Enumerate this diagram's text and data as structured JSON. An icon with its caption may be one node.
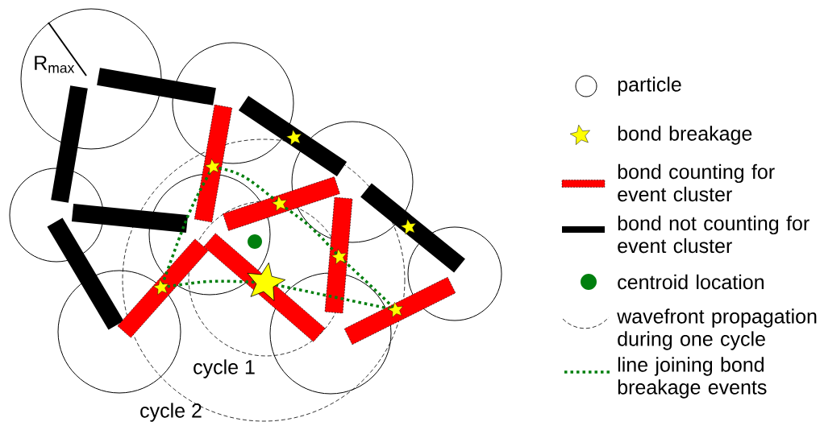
{
  "diagram": {
    "labels": [
      "R$_{max}$",
      "cycle 1",
      "cycle 2"
    ],
    "legend": [
      {
        "text": "particle"
      },
      {
        "text": "bond breakage"
      },
      {
        "text": "bond counting for event cluster"
      },
      {
        "text": "bond not counting for event cluster"
      },
      {
        "text": "centroid location"
      },
      {
        "text": "wavefront propagation during one cycle"
      },
      {
        "text": "line joining bond breakage events"
      }
    ]
  }
}
